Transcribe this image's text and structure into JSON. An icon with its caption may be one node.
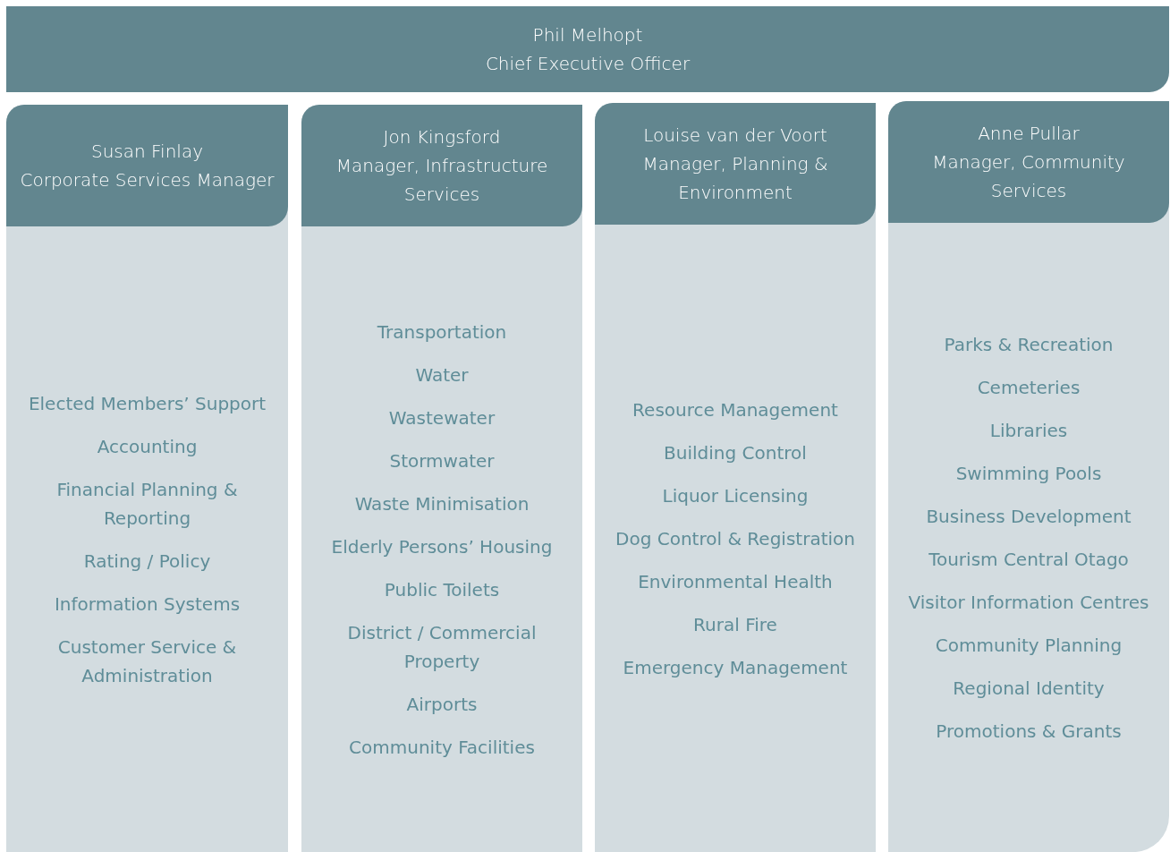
{
  "diagram": {
    "nodes": [
      {
        "text": [
          "Phil Melhopt",
          "Chief Executive Officer"
        ]
      },
      {
        "text": [
          "Elected Members’ Support",
          "Accounting",
          "Financial Planning & Reporting",
          "Rating / Policy",
          "Information Systems",
          "Customer Service & Administration"
        ]
      },
      {
        "text": [
          "Susan Finlay",
          "Corporate Services Manager"
        ],
        "in": 1
      },
      {
        "text": [
          "Transportation",
          "Water",
          "Wastewater",
          "Stormwater",
          "Waste Minimisation",
          "Elderly Persons’ Housing",
          "Public Toilets",
          "District / Commercial Property",
          "Airports",
          "Community Facilities"
        ]
      },
      {
        "text": [
          "Jon Kingsford",
          "Manager, Infrastructure Services"
        ],
        "in": 3
      },
      {
        "text": [
          "Resource Management",
          "Building Control",
          "Liquor Licensing",
          "Dog Control & Registration",
          "Environmental Health",
          "Rural Fire",
          "Emergency Management"
        ]
      },
      {
        "text": [
          "Louise van der Voort",
          "Manager, Planning & Environment"
        ],
        "in": 5
      },
      {
        "text": [
          "Parks & Recreation",
          "Cemeteries",
          "Libraries",
          "Swimming Pools",
          "Business Development",
          "Tourism Central Otago",
          "Visitor Information Centres",
          "Community Planning",
          "Regional Identity",
          "Promotions & Grants"
        ]
      },
      {
        "text": [
          "Anne Pullar",
          "Manager, Community Services"
        ],
        "in": 7
      }
    ],
    "edges": []
  }
}
